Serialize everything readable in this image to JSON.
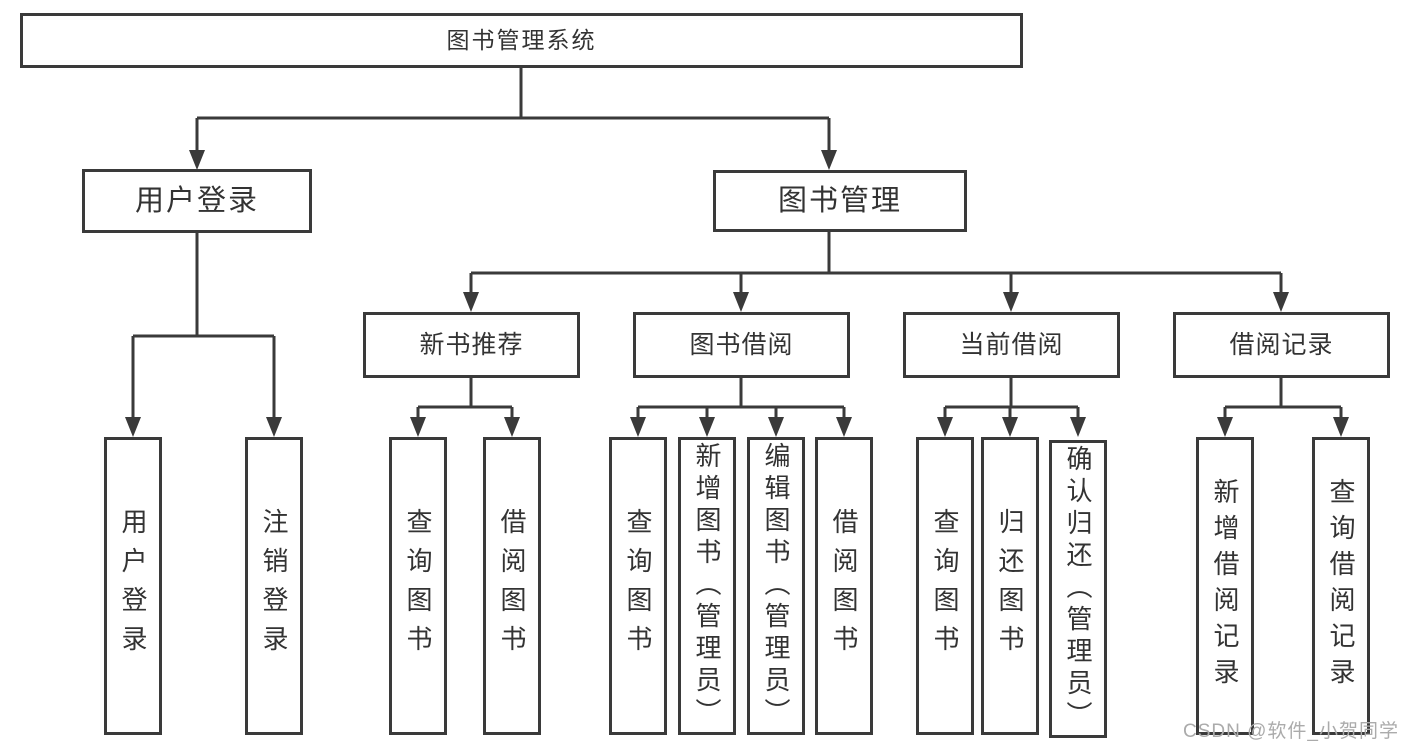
{
  "tree": {
    "root": {
      "label": "图书管理系统"
    },
    "level2": [
      {
        "label": "用户登录"
      },
      {
        "label": "图书管理"
      }
    ],
    "level3": [
      {
        "label": "新书推荐"
      },
      {
        "label": "图书借阅"
      },
      {
        "label": "当前借阅"
      },
      {
        "label": "借阅记录"
      }
    ],
    "leaves": {
      "user_login": [
        "用户登录",
        "注销登录"
      ],
      "new_books": [
        "查询图书",
        "借阅图书"
      ],
      "book_borrow": [
        "查询图书",
        "新增图书（管理员）",
        "编辑图书（管理员）",
        "借阅图书"
      ],
      "current_borrow": [
        "查询图书",
        "归还图书",
        "确认归还（管理员）"
      ],
      "borrow_records": [
        "新增借阅记录",
        "查询借阅记录"
      ]
    }
  },
  "watermark": {
    "text": "CSDN @软件_小贺同学"
  },
  "colors": {
    "line": "#3a3a3a",
    "text": "#333333",
    "watermark": "#ababab",
    "background": "#ffffff"
  }
}
